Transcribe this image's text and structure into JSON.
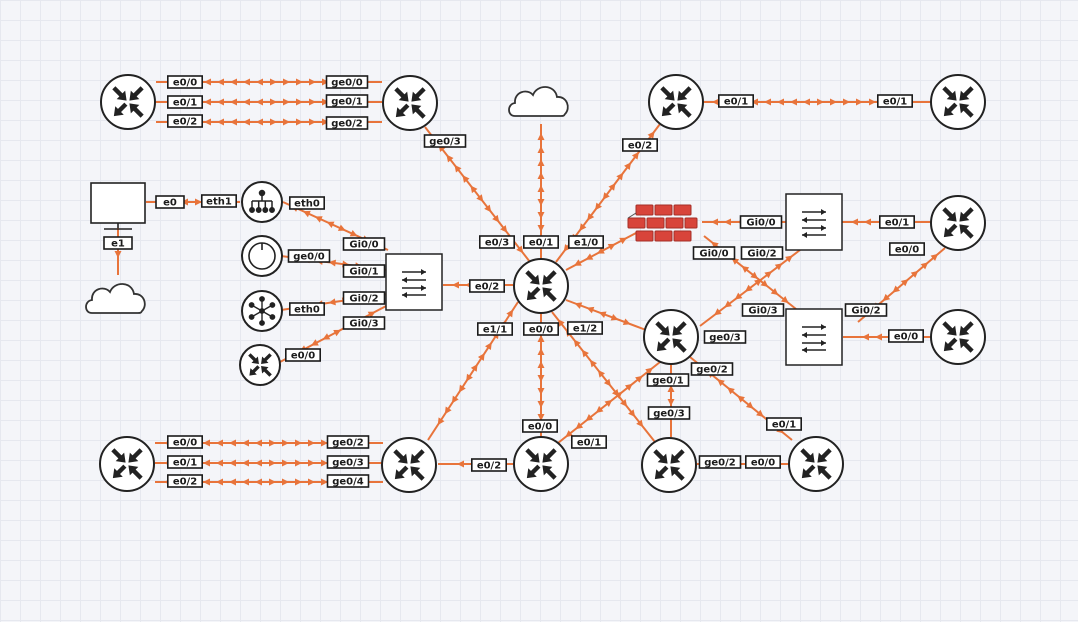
{
  "diagram": {
    "nodes": [
      {
        "id": "r_tl1",
        "kind": "router",
        "name": ""
      },
      {
        "id": "r_tl2",
        "kind": "router",
        "name": ""
      },
      {
        "id": "cloud_top",
        "kind": "cloud",
        "name": ""
      },
      {
        "id": "r_tr1",
        "kind": "router",
        "name": ""
      },
      {
        "id": "r_tr2",
        "kind": "router",
        "name": ""
      },
      {
        "id": "pc",
        "kind": "pc",
        "name": ""
      },
      {
        "id": "cloud_left",
        "kind": "cloud",
        "name": ""
      },
      {
        "id": "hub",
        "kind": "hub",
        "name": ""
      },
      {
        "id": "ring",
        "kind": "ring-device",
        "name": ""
      },
      {
        "id": "star",
        "kind": "star-device",
        "name": ""
      },
      {
        "id": "r_small",
        "kind": "router",
        "name": ""
      },
      {
        "id": "sw_left",
        "kind": "switch",
        "name": ""
      },
      {
        "id": "r_core",
        "kind": "router",
        "name": ""
      },
      {
        "id": "firewall",
        "kind": "firewall",
        "name": ""
      },
      {
        "id": "sw_r1",
        "kind": "switch",
        "name": ""
      },
      {
        "id": "r_r1",
        "kind": "router",
        "name": ""
      },
      {
        "id": "sw_r2",
        "kind": "switch",
        "name": ""
      },
      {
        "id": "r_r2",
        "kind": "router",
        "name": ""
      },
      {
        "id": "r_mid",
        "kind": "router",
        "name": ""
      },
      {
        "id": "r_bl1",
        "kind": "router",
        "name": ""
      },
      {
        "id": "r_bl2",
        "kind": "router",
        "name": ""
      },
      {
        "id": "r_bc",
        "kind": "router",
        "name": ""
      },
      {
        "id": "r_bm",
        "kind": "router",
        "name": ""
      },
      {
        "id": "r_br",
        "kind": "router",
        "name": ""
      }
    ],
    "links": [
      {
        "a": "r_tl1",
        "b": "r_tl2",
        "a_port": "e0/0",
        "b_port": "ge0/0"
      },
      {
        "a": "r_tl1",
        "b": "r_tl2",
        "a_port": "e0/1",
        "b_port": "ge0/1"
      },
      {
        "a": "r_tl1",
        "b": "r_tl2",
        "a_port": "e0/2",
        "b_port": "ge0/2"
      },
      {
        "a": "r_tl2",
        "b": "r_core",
        "a_port": "ge0/3",
        "b_port": "e0/3"
      },
      {
        "a": "cloud_top",
        "b": "r_core",
        "a_port": "",
        "b_port": "e0/1"
      },
      {
        "a": "r_tr1",
        "b": "r_core",
        "a_port": "e0/2",
        "b_port": "e1/0"
      },
      {
        "a": "r_tr1",
        "b": "r_tr2",
        "a_port": "e0/1",
        "b_port": "e0/1"
      },
      {
        "a": "pc",
        "b": "hub",
        "a_port": "e0",
        "b_port": "eth1"
      },
      {
        "a": "pc",
        "b": "cloud_left",
        "a_port": "e1",
        "b_port": ""
      },
      {
        "a": "hub",
        "b": "sw_left",
        "a_port": "eth0",
        "b_port": "Gi0/0"
      },
      {
        "a": "ring",
        "b": "sw_left",
        "a_port": "ge0/0",
        "b_port": "Gi0/1"
      },
      {
        "a": "star",
        "b": "sw_left",
        "a_port": "eth0",
        "b_port": "Gi0/2"
      },
      {
        "a": "r_small",
        "b": "sw_left",
        "a_port": "e0/0",
        "b_port": "Gi0/3"
      },
      {
        "a": "sw_left",
        "b": "r_core",
        "a_port": "",
        "b_port": "e0/2"
      },
      {
        "a": "r_core",
        "b": "firewall",
        "a_port": "",
        "b_port": ""
      },
      {
        "a": "firewall",
        "b": "sw_r1",
        "a_port": "",
        "b_port": "Gi0/0"
      },
      {
        "a": "firewall",
        "b": "sw_r2",
        "a_port": "Gi0/0",
        "b_port": "Gi0/3"
      },
      {
        "a": "sw_r1",
        "b": "r_r1",
        "a_port": "",
        "b_port": "e0/1"
      },
      {
        "a": "sw_r1",
        "b": "r_mid",
        "a_port": "Gi0/2",
        "b_port": "ge0/3"
      },
      {
        "a": "r_r1",
        "b": "sw_r2",
        "a_port": "e0/0",
        "b_port": "Gi0/2"
      },
      {
        "a": "r_r2",
        "b": "sw_r2",
        "a_port": "e0/0",
        "b_port": ""
      },
      {
        "a": "r_core",
        "b": "r_mid",
        "a_port": "e1/2",
        "b_port": ""
      },
      {
        "a": "r_core",
        "b": "r_bl2",
        "a_port": "e1/1",
        "b_port": ""
      },
      {
        "a": "r_core",
        "b": "r_bc",
        "a_port": "e0/0",
        "b_port": "e0/0"
      },
      {
        "a": "r_core",
        "b": "r_bm",
        "a_port": "",
        "b_port": ""
      },
      {
        "a": "r_mid",
        "b": "r_bm",
        "a_port": "ge0/1",
        "b_port": "ge0/3"
      },
      {
        "a": "r_mid",
        "b": "r_br",
        "a_port": "ge0/2",
        "b_port": "e0/1"
      },
      {
        "a": "r_mid",
        "b": "r_bc",
        "a_port": "",
        "b_port": "e0/1"
      },
      {
        "a": "r_bc",
        "b": "r_bl2",
        "a_port": "e0/2",
        "b_port": ""
      },
      {
        "a": "r_bm",
        "b": "r_br",
        "a_port": "ge0/2",
        "b_port": "e0/0"
      },
      {
        "a": "r_bl1",
        "b": "r_bl2",
        "a_port": "e0/0",
        "b_port": "ge0/2"
      },
      {
        "a": "r_bl1",
        "b": "r_bl2",
        "a_port": "e0/1",
        "b_port": "ge0/3"
      },
      {
        "a": "r_bl1",
        "b": "r_bl2",
        "a_port": "e0/2",
        "b_port": "ge0/4"
      }
    ],
    "colors": {
      "link": "#e8743b",
      "firewall": "#d8443a",
      "stroke": "#222222",
      "canvas": "#f4f5f9"
    },
    "icons": {
      "router": "router-icon",
      "switch": "switch-icon",
      "cloud": "cloud-icon",
      "firewall": "firewall-icon",
      "pc": "monitor-icon",
      "hub": "hub-icon",
      "ring-device": "ring-icon",
      "star-device": "star-icon"
    }
  }
}
